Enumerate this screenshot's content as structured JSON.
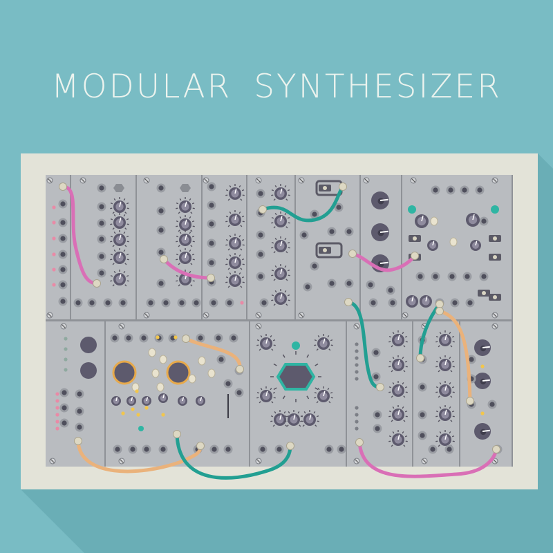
{
  "title": "MODULAR  SYNTHESIZER",
  "colors": {
    "background": "#79bcc4",
    "shadow": "#5ea3ac",
    "frame": "#e3e3d8",
    "frame_edge": "#cfcfc2",
    "panel": "#b9bcc0",
    "panel_dark": "#a7aab0",
    "seam": "#8f9297",
    "title_text": "#ecf3ee",
    "knob": "#5d5a6d",
    "knob_cap": "#8f8b9e",
    "jack_ring": "#9a9da3",
    "jack_hole": "#4f4f5c",
    "led_pink": "#e98aa6",
    "led_yellow": "#f2c64c",
    "led_teal": "#2fb5a3",
    "cable_pink": "#d96fb6",
    "cable_teal": "#229f92",
    "cable_orange": "#eab27b",
    "plug": "#ddd8c3"
  },
  "cables": [
    {
      "color": "pink",
      "from": "top-left jack",
      "to": "module 1 output"
    },
    {
      "color": "pink",
      "from": "module 2 jack",
      "to": "module 3 jack"
    },
    {
      "color": "teal",
      "from": "mixer input",
      "to": "switch module"
    },
    {
      "color": "pink",
      "from": "switch module",
      "to": "right module"
    },
    {
      "color": "teal",
      "from": "center jack",
      "to": "lower sequencer"
    },
    {
      "color": "teal",
      "from": "right jack",
      "to": "sequencer input"
    },
    {
      "color": "orange",
      "from": "right jack",
      "to": "bottom-right module"
    },
    {
      "color": "orange",
      "from": "filter out",
      "to": "filter in"
    },
    {
      "color": "orange",
      "from": "bottom-left jack",
      "to": "bottom jack"
    },
    {
      "color": "teal",
      "from": "filter bottom",
      "to": "center bottom jack"
    },
    {
      "color": "pink",
      "from": "sequencer out",
      "to": "right bottom jack"
    }
  ]
}
